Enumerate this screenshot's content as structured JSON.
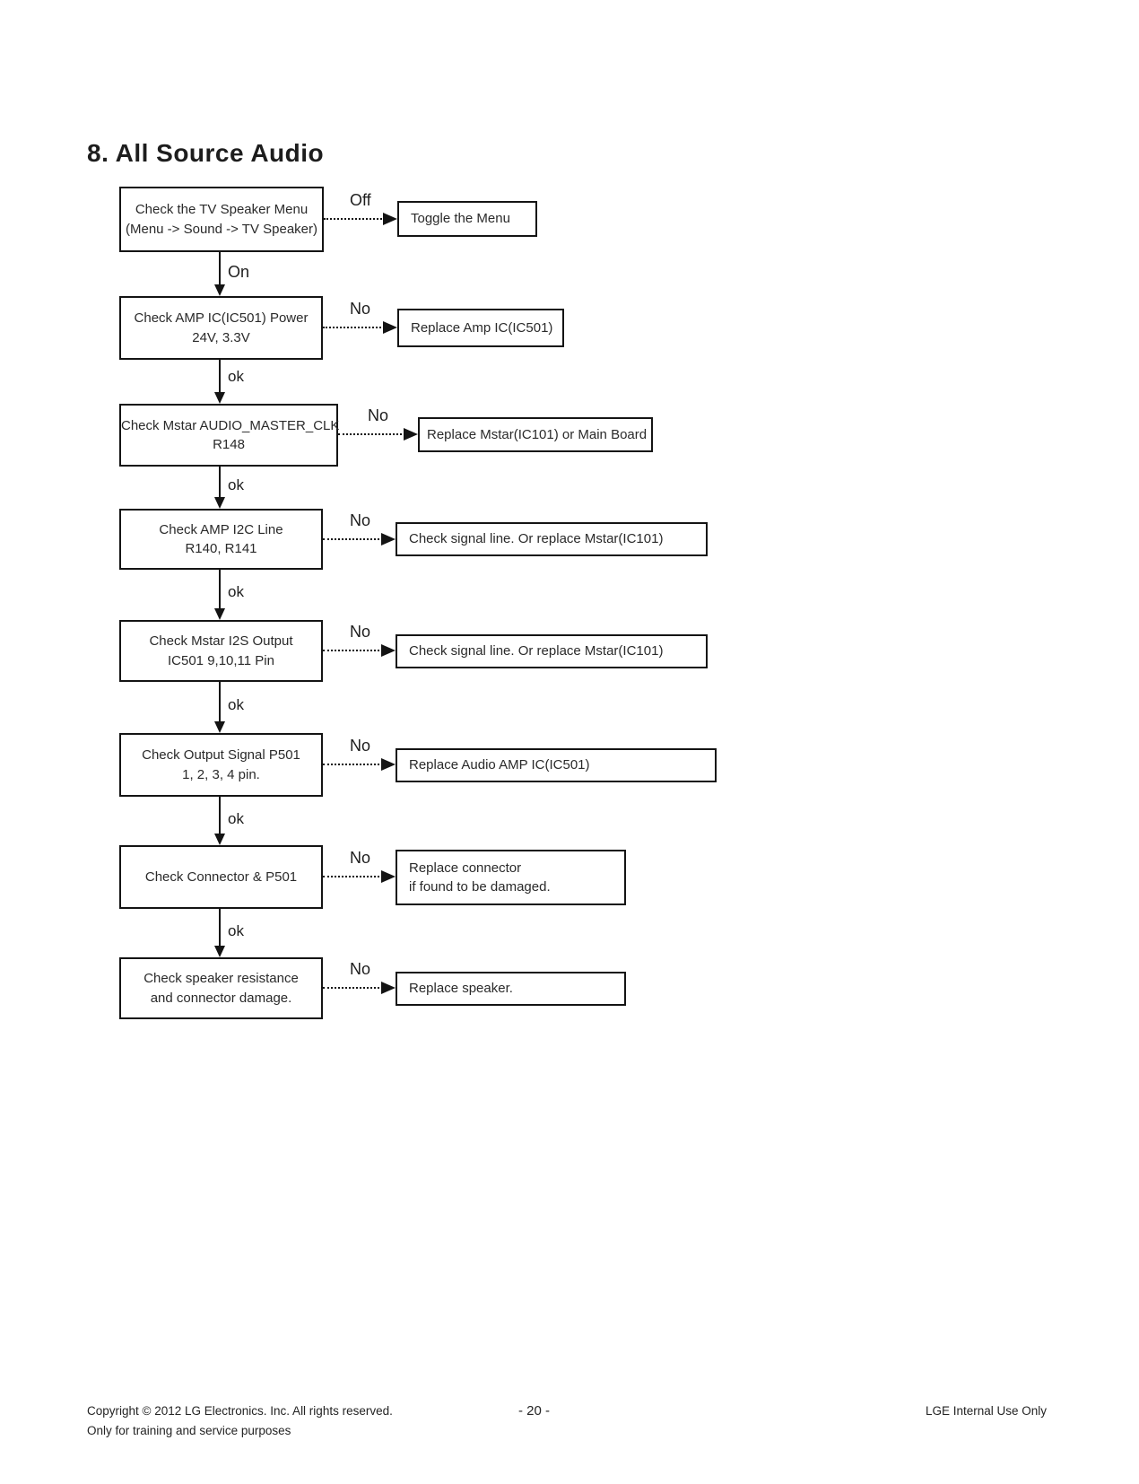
{
  "page": {
    "title": "8. All Source Audio",
    "footer": {
      "copyright_line1": "Copyright  © 2012  LG Electronics. Inc. All rights reserved.",
      "copyright_line2": "Only for training and service purposes",
      "page_number": "- 20 -",
      "right_note": "LGE Internal Use Only"
    }
  },
  "flow": {
    "rows": [
      {
        "left": {
          "line1": "Check the TV Speaker Menu",
          "line2": "(Menu -> Sound -> TV Speaker)"
        },
        "branch_label": "Off",
        "right": {
          "line1": "Toggle the Menu"
        },
        "down_label": "On"
      },
      {
        "left": {
          "line1": "Check AMP IC(IC501) Power",
          "line2": "24V, 3.3V"
        },
        "branch_label": "No",
        "right": {
          "line1": "Replace Amp IC(IC501)"
        },
        "down_label": "ok"
      },
      {
        "left": {
          "line1": "Check Mstar AUDIO_MASTER_CLK",
          "line2": "R148"
        },
        "branch_label": "No",
        "right": {
          "line1": "Replace Mstar(IC101) or Main Board"
        },
        "down_label": "ok"
      },
      {
        "left": {
          "line1": "Check AMP I2C Line",
          "line2": "R140, R141"
        },
        "branch_label": "No",
        "right": {
          "line1": "Check signal line. Or replace Mstar(IC101)"
        },
        "down_label": "ok"
      },
      {
        "left": {
          "line1": "Check Mstar I2S Output",
          "line2": "IC501 9,10,11 Pin"
        },
        "branch_label": "No",
        "right": {
          "line1": "Check signal line. Or replace Mstar(IC101)"
        },
        "down_label": "ok"
      },
      {
        "left": {
          "line1": "Check Output Signal P501",
          "line2": "1, 2, 3, 4 pin."
        },
        "branch_label": "No",
        "right": {
          "line1": "Replace Audio AMP IC(IC501)"
        },
        "down_label": "ok"
      },
      {
        "left": {
          "line1": "Check Connector & P501"
        },
        "branch_label": "No",
        "right": {
          "line1": "Replace connector",
          "line2": "if found to be damaged."
        },
        "down_label": "ok"
      },
      {
        "left": {
          "line1": "Check speaker resistance",
          "line2": "and connector damage."
        },
        "branch_label": "No",
        "right": {
          "line1": "Replace speaker."
        }
      }
    ]
  }
}
